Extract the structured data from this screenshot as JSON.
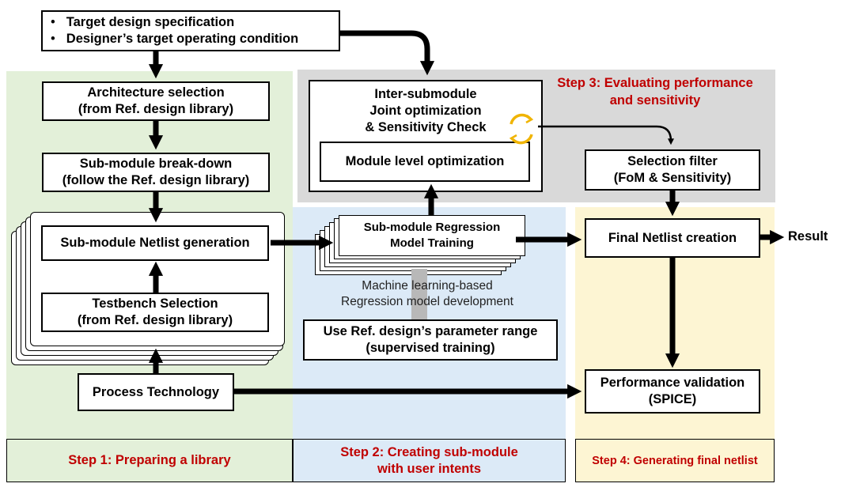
{
  "colors": {
    "step1_bg": "#e3f0d9",
    "step2_bg": "#dceaf7",
    "step3_bg": "#d9d9d9",
    "step4_bg": "#fdf5d3",
    "step_text": "#c00000",
    "refresh_icon": "#f0b400"
  },
  "spec_box": {
    "bullet": "•",
    "line1": "Target design specification",
    "line2": "Designer’s target operating condition"
  },
  "step1": {
    "architecture_line1": "Architecture selection",
    "architecture_line2": "(from Ref. design library)",
    "breakdown_line1": "Sub-module break-down",
    "breakdown_line2": "(follow the Ref. design library)",
    "netlist_generation": "Sub-module Netlist generation",
    "testbench_line1": "Testbench Selection",
    "testbench_line2": "(from Ref. design library)",
    "process_technology": "Process Technology",
    "label": "Step 1: Preparing a library"
  },
  "step2": {
    "regression_line1": "Sub-module Regression",
    "regression_line2": "Model Training",
    "ml_note_line1": "Machine learning-based",
    "ml_note_line2": "Regression model development",
    "param_line1": "Use Ref. design’s parameter range",
    "param_line2": "(supervised training)",
    "label_line1": "Step 2: Creating sub-module",
    "label_line2": "with user intents"
  },
  "step3": {
    "joint_line1": "Inter-submodule",
    "joint_line2": "Joint optimization",
    "joint_line3": "& Sensitivity Check",
    "module_level": "Module level optimization",
    "title_line1": "Step 3: Evaluating performance",
    "title_line2": "and sensitivity",
    "filter_line1": "Selection filter",
    "filter_line2": "(FoM & Sensitivity)"
  },
  "step4": {
    "final_netlist": "Final Netlist creation",
    "validation_line1": "Performance validation",
    "validation_line2": "(SPICE)",
    "label": "Step 4: Generating final netlist"
  },
  "result": "Result"
}
